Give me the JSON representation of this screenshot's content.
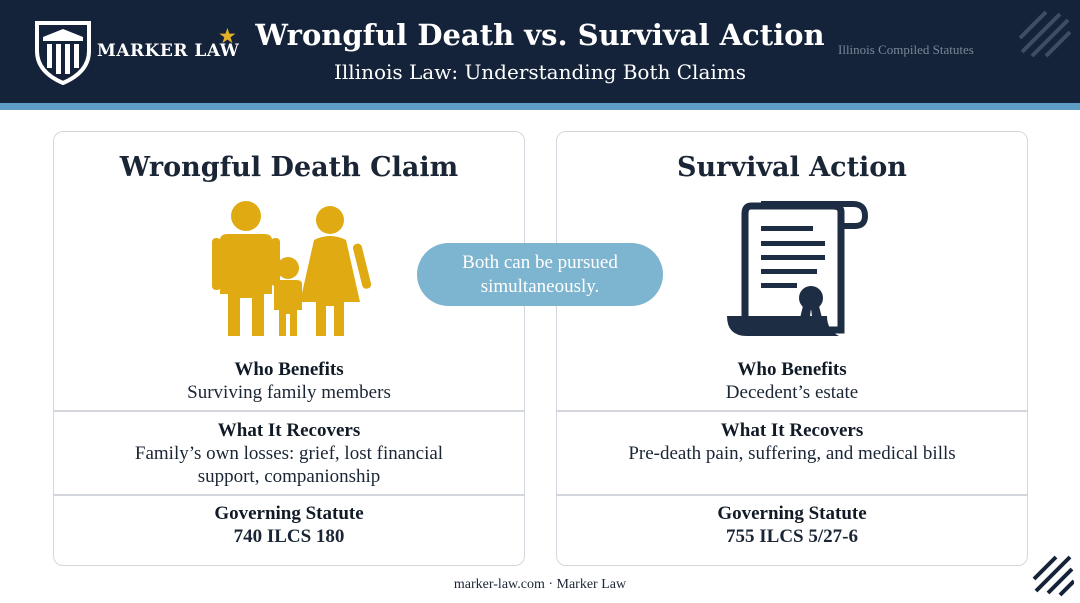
{
  "header": {
    "brand": "MARKER LAW",
    "title": "Wrongful Death vs. Survival Action",
    "subtitle": "Illinois Law: Understanding Both Claims",
    "statutes_label": "Illinois Compiled Statutes"
  },
  "colors": {
    "navy": "#142339",
    "stripe": "#5d9dc6",
    "accent_gold": "#e3b12a",
    "bubble": "#7db4d0"
  },
  "cards": {
    "left": {
      "title": "Wrongful Death Claim",
      "icon": "family-icon",
      "benefits_label": "Who Benefits",
      "benefits_value": "Surviving family members",
      "recovers_label": "What It Recovers",
      "recovers_line1": "Family’s own losses: grief, lost financial",
      "recovers_line2": "support, companionship",
      "statute_label": "Governing Statute",
      "statute_value": "740 ILCS 180"
    },
    "right": {
      "title": "Survival Action",
      "icon": "legal-document-icon",
      "benefits_label": "Who Benefits",
      "benefits_value": "Decedent’s estate",
      "recovers_label": "What It Recovers",
      "recovers_line1": "Pre-death pain, suffering, and medical bills",
      "statute_label": "Governing Statute",
      "statute_value": "755 ILCS 5/27-6"
    }
  },
  "bubble": {
    "line1": "Both can be pursued",
    "line2": "simultaneously."
  },
  "footer": {
    "text": "marker-law.com · Marker Law"
  }
}
